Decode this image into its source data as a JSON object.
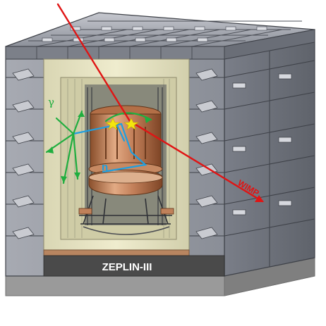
{
  "figure": {
    "detector_name": "ZEPLIN-III",
    "labels": {
      "gamma": "γ",
      "neutron": "n",
      "wimp": "WIMP"
    },
    "colors": {
      "shield_block": "#8e929c",
      "shield_block_light": "#b3b6be",
      "shield_block_dark": "#6c7079",
      "veto_panel": "#e9e6c4",
      "veto_inner": "#cfcca6",
      "vessel_copper": "#c48258",
      "vessel_highlight": "#e8b590",
      "floor_base": "#9a9a9a",
      "copper_stripe": "#b88560",
      "gamma_track": "#1fae3f",
      "neutron_track": "#1e9fe0",
      "wimp_track": "#e01414",
      "interaction_star": "#f4e60e"
    }
  }
}
